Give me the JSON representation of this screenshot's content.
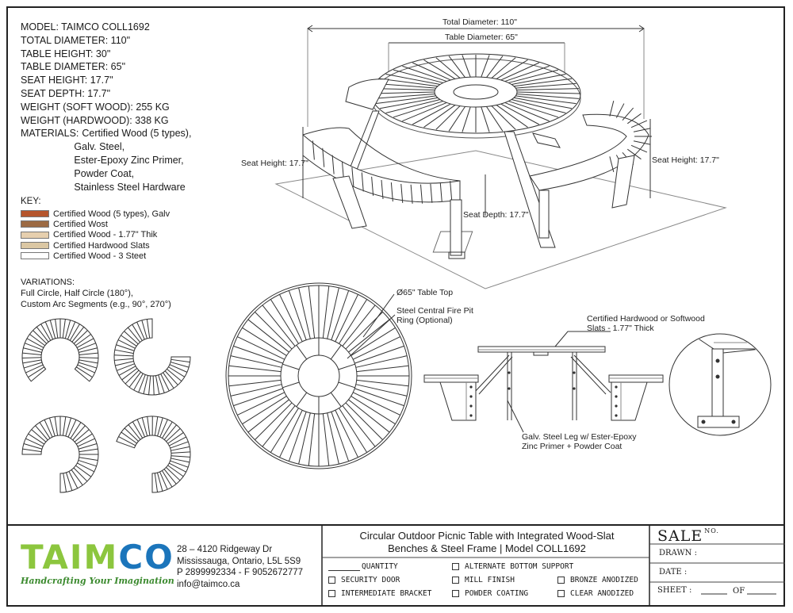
{
  "specs": {
    "model": "MODEL: TAIMCO COLL1692",
    "total_diameter": "TOTAL DIAMETER: 110\"",
    "table_height": "TABLE HEIGHT: 30\"",
    "table_diameter": "TABLE DIAMETER: 65\"",
    "seat_height": "SEAT HEIGHT: 17.7\"",
    "seat_depth": "SEAT DEPTH: 17.7\"",
    "weight_soft": "WEIGHT (SOFT WOOD): 255 KG",
    "weight_hard": "WEIGHT (HARDWOOD): 338 KG",
    "materials_label": "MATERIALS:",
    "materials": [
      "Certified Wood (5 types),",
      "Galv. Steel,",
      "Ester-Epoxy Zinc Primer,",
      "Powder Coat,",
      "Stainless Steel Hardware"
    ]
  },
  "key": {
    "title": "KEY:",
    "items": [
      {
        "label": "Certified Wood (5 types), Galv",
        "color": "#b5552c"
      },
      {
        "label": "Certified Wost",
        "color": "#9c6a43"
      },
      {
        "label": "Certified Wood - 1.77\" Thik",
        "color": "#e6cfae"
      },
      {
        "label": "Certified Hardwood Slats",
        "color": "#dbc7a3"
      },
      {
        "label": "Certified Wood - 3 Steet",
        "color": "#ffffff"
      }
    ]
  },
  "variations": {
    "title": "VARIATIONS:",
    "line1": "Full Circle, Half Circle (180°),",
    "line2": "Custom Arc Segments (e.g., 90°, 270°)"
  },
  "dimensions": {
    "total_diameter": "Total Diameter: 110\"",
    "table_diameter": "Table Diameter: 65\"",
    "seat_height_left": "Seat Height: 17.7\"",
    "seat_height_right": "Seat Height: 17.7\"",
    "seat_depth": "Seat Depth: 17.7\""
  },
  "plan_labels": {
    "table_top": "Ø65\" Table Top",
    "fire_pit": "Steel Central Fire Pit Ring (Optional)"
  },
  "elevation_labels": {
    "slats": "Certified Hardwood or Softwood Slats - 1.77\" Thick",
    "leg": "Galv. Steel Leg w/ Ester-Epoxy Zinc Primer + Powder Coat"
  },
  "company": {
    "logo_part1": "TAIM",
    "logo_part2": "CO",
    "tagline": "Handcrafting Your Imagination",
    "address1": "28 – 4120 Ridgeway Dr",
    "address2": "Mississauga, Ontario, L5L 5S9",
    "phone": "P 2899992334 - F 9052672777",
    "email": "info@taimco.ca",
    "green": "#8cc63e",
    "blue": "#1b75bb"
  },
  "title_block": {
    "line1": "Circular Outdoor Picnic Table with Integrated Wood-Slat",
    "line2": "Benches & Steel Frame | Model COLL1692",
    "quantity": "QUANTITY",
    "security_door": "SECURITY DOOR",
    "intermediate_bracket": "INTERMEDIATE BRACKET",
    "alternate_bottom_support": "ALTERNATE BOTTOM SUPPORT",
    "mill_finish": "MILL FINISH",
    "powder_coating": "POWDER COATING",
    "bronze_anodized": "BRONZE ANODIZED",
    "clear_anodized": "CLEAR ANODIZED"
  },
  "sale_block": {
    "sale": "SALE",
    "no": "NO.",
    "drawn": "DRAWN :",
    "date": "DATE :",
    "sheet": "SHEET :",
    "of": "OF"
  }
}
